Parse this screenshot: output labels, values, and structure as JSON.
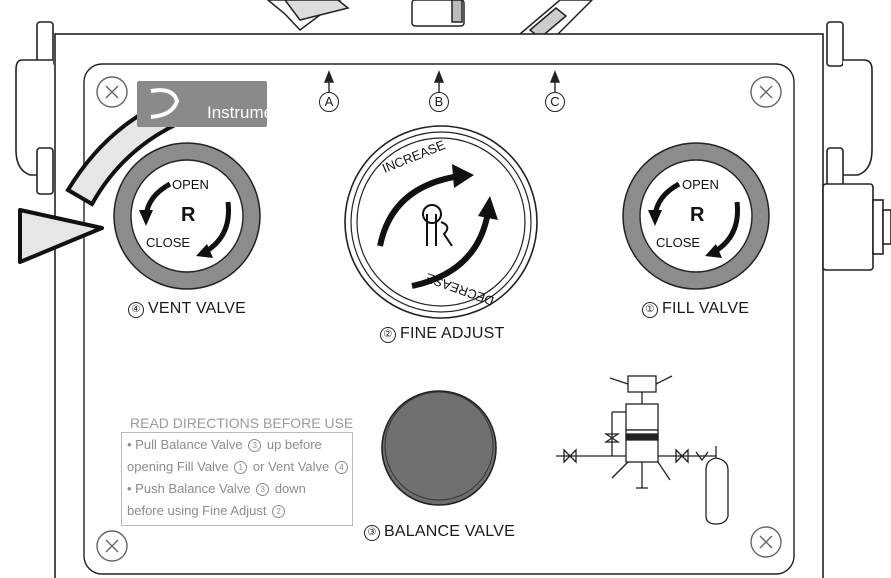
{
  "brand": {
    "name": "Instruments",
    "mark_letter": "R"
  },
  "ports": [
    "A",
    "B",
    "C"
  ],
  "valves": {
    "vent": {
      "label": "VENT VALVE",
      "number": "④",
      "open": "OPEN",
      "close": "CLOSE"
    },
    "fine": {
      "label": "FINE ADJUST",
      "number": "②",
      "increase": "INCREASE",
      "decrease": "DECREASE"
    },
    "fill": {
      "label": "FILL VALVE",
      "number": "①",
      "open": "OPEN",
      "close": "CLOSE"
    },
    "balance": {
      "label": "BALANCE VALVE",
      "number": "③"
    }
  },
  "directions": {
    "title": "READ DIRECTIONS BEFORE USE",
    "line1": "• Pull Balance Valve",
    "line1_num": "3",
    "line1_end": "up before",
    "line2": "opening Fill Valve",
    "line2_num1": "1",
    "line2_mid": "or Vent Valve",
    "line2_num2": "4",
    "line3": "• Push Balance Valve",
    "line3_num": "3",
    "line3_end": "down",
    "line4": "before using Fine Adjust",
    "line4_num": "2"
  },
  "colors": {
    "panel_stroke": "#222222",
    "knob_ring": "#8c8c8c",
    "balance_knob": "#6e6e6e",
    "brand_bg": "#8a8a8a",
    "vent_arrow_fill": "#e6e6e6"
  }
}
